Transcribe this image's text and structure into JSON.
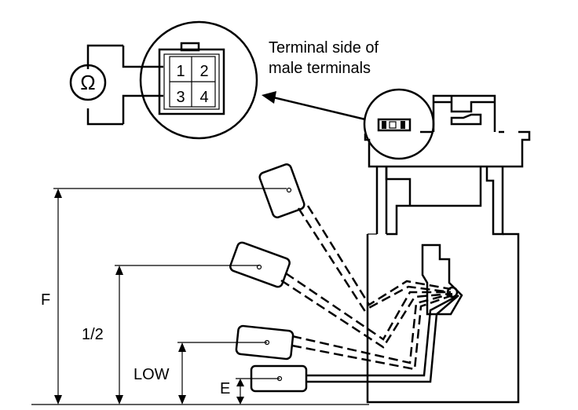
{
  "callout": {
    "line1": "Terminal side of",
    "line2": "male terminals"
  },
  "meter": {
    "symbol": "Ω",
    "icon": "ohmmeter-icon"
  },
  "connector": {
    "pins": [
      "1",
      "2",
      "3",
      "4"
    ]
  },
  "levels": {
    "full": "F",
    "half": "1/2",
    "low": "LOW",
    "empty": "E"
  }
}
